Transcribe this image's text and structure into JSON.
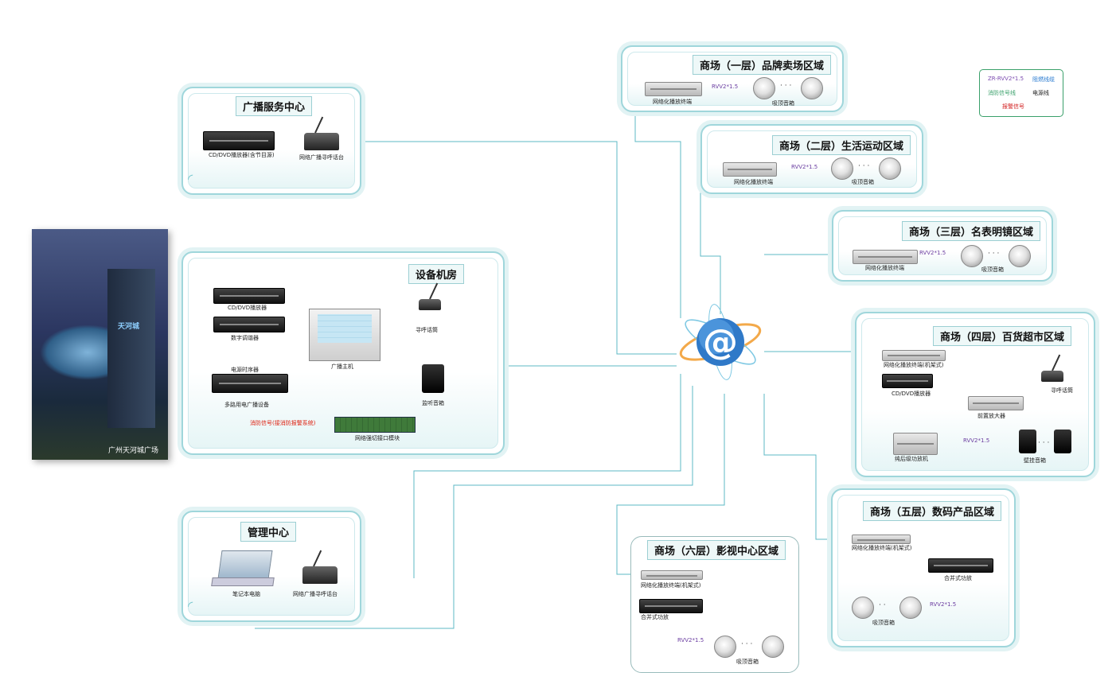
{
  "photo": {
    "caption": "广州天河城广场",
    "sign": "天河城"
  },
  "legend": {
    "cable": "ZR-RVV2*1.5",
    "cable_type": "阻燃线缆",
    "emergency_signal": "消防信号线",
    "power": "电源线",
    "alarm": "报警信号"
  },
  "broadcast_center": {
    "title": "广播服务中心",
    "cd_dvd": "CD/DVD播放器(含节目源)",
    "mic": "网络广播寻呼话台"
  },
  "equipment_room": {
    "title": "设备机房",
    "cd_dvd": "CD/DVD播放器",
    "tuner": "数字调谐器",
    "host": "广播主机",
    "paging_mic": "寻呼话筒",
    "power_timer": "电源时序器",
    "power_manager": "多路用电广播设备",
    "monitor_speaker": "监听音箱",
    "fire_signal": "消防信号(接消防报警系统)",
    "network_module": "网络强切接口模块"
  },
  "management_center": {
    "title": "管理中心",
    "laptop": "笔记本电脑",
    "mic": "网络广播寻呼话台"
  },
  "floor1": {
    "title": "商场（一层）品牌卖场区域",
    "terminal": "网络化播放终端",
    "cable": "RVV2*1.5",
    "speaker": "吸顶音箱"
  },
  "floor2": {
    "title": "商场（二层）生活运动区域",
    "terminal": "网络化播放终端",
    "cable": "RVV2*1.5",
    "speaker": "吸顶音箱"
  },
  "floor3": {
    "title": "商场（三层）名表明镜区域",
    "terminal": "网络化播放终端",
    "cable": "RVV2*1.5",
    "speaker": "吸顶音箱"
  },
  "floor4": {
    "title": "商场（四层）百货超市区域",
    "terminal": "网络化播放终端(机架式)",
    "cd_dvd": "CD/DVD播放器",
    "mic": "寻呼话筒",
    "preamp": "前置放大器",
    "amp": "纯后级功放机",
    "cable": "RVV2*1.5",
    "speaker": "壁挂音箱"
  },
  "floor5": {
    "title": "商场（五层）数码产品区域",
    "terminal": "网络化播放终端(机架式)",
    "amp": "合并式功放",
    "cable": "RVV2*1.5",
    "speaker": "吸顶音箱"
  },
  "floor6": {
    "title": "商场（六层）影视中心区域",
    "terminal": "网络化播放终端(机架式)",
    "amp": "合并式功放",
    "cable": "RVV2*1.5",
    "speaker": "吸顶音箱"
  },
  "colors": {
    "panel_border": "#9fd6db",
    "network_line": "#5cb8c4",
    "audio_line": "#7b4bb0",
    "signal_line": "#3aa06a",
    "alarm": "#d21f1f"
  }
}
